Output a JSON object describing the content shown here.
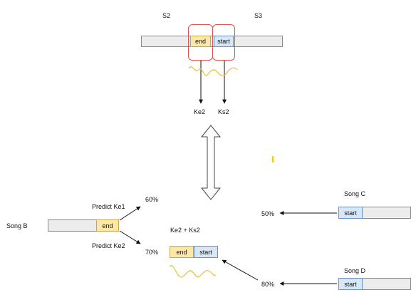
{
  "top": {
    "s2_label": "S2",
    "s3_label": "S3",
    "end_label": "end",
    "start_label": "start",
    "ke2_label": "Ke2",
    "ks2_label": "Ks2"
  },
  "left": {
    "song_b_label": "Song B",
    "end_label": "end",
    "predict_ke1_label": "Predict Ke1",
    "predict_ke2_label": "Predict Ke2",
    "pct_60": "60%",
    "pct_70": "70%"
  },
  "center": {
    "ke2_ks2_label": "Ke2 + Ks2",
    "end_label": "end",
    "start_label": "start"
  },
  "right": {
    "song_c_label": "Song C",
    "song_d_label": "Song D",
    "start_c_label": "start",
    "start_d_label": "start",
    "pct_50": "50%",
    "pct_80": "80%"
  },
  "colors": {
    "end_fill": "#fbe7a8",
    "start_fill": "#d7e7f7",
    "highlight_border": "#d9534f",
    "wave": "#e6c24a"
  }
}
